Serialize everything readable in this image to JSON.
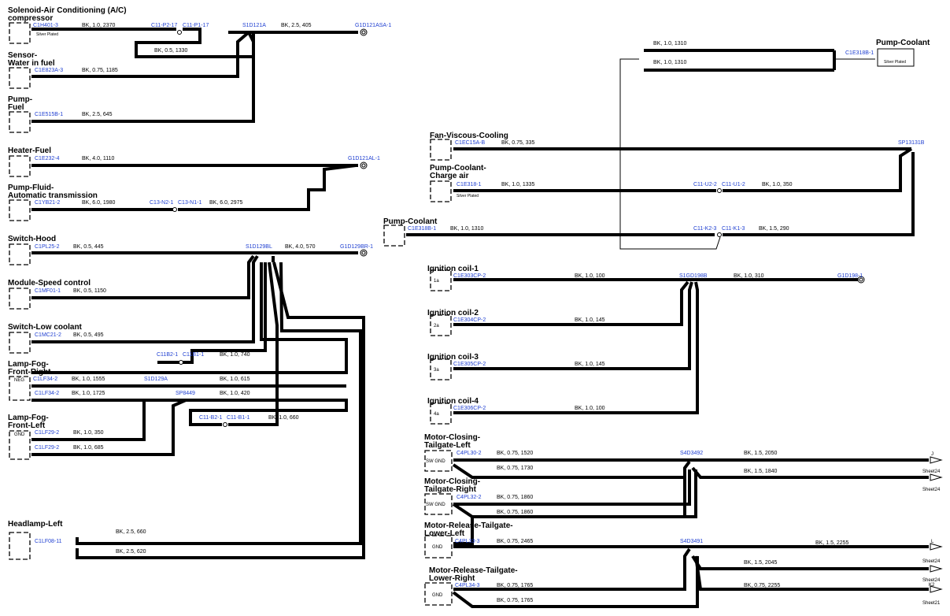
{
  "components": {
    "solenoid_ac": "Solenoid-Air Conditioning (A/C)",
    "solenoid_ac_2": "compressor",
    "sensor_water_1": "Sensor-",
    "sensor_water_2": "Water in fuel",
    "pump_fuel_1": "Pump-",
    "pump_fuel_2": "Fuel",
    "heater_fuel": "Heater-Fuel",
    "pump_fluid_1": "Pump-Fluid-",
    "pump_fluid_2": "Automatic transmission",
    "switch_hood": "Switch-Hood",
    "module_speed": "Module-Speed control",
    "switch_low_coolant": "Switch-Low coolant",
    "lamp_fog_right_1": "Lamp-Fog-",
    "lamp_fog_right_2": "Front-Right",
    "lamp_fog_left_1": "Lamp-Fog-",
    "lamp_fog_left_2": "Front-Left",
    "headlamp_left": "Headlamp-Left",
    "pump_coolant_top": "Pump-Coolant",
    "fan_viscous": "Fan-Viscous-Cooling",
    "pump_coolant_charge_1": "Pump-Coolant-",
    "pump_coolant_charge_2": "Charge air",
    "pump_coolant_mid": "Pump-Coolant",
    "ignition_1": "Ignition coil-1",
    "ignition_2": "Ignition coil-2",
    "ignition_3": "Ignition coil-3",
    "ignition_4": "Ignition coil-4",
    "motor_closing_left_1": "Motor-Closing-",
    "motor_closing_left_2": "Tailgate-Left",
    "motor_closing_right_1": "Motor-Closing-",
    "motor_closing_right_2": "Tailgate-Right",
    "motor_release_left_1": "Motor-Release-Tailgate-",
    "motor_release_left_2": "Lower-Left",
    "motor_release_right_1": "Motor-Release-Tailgate-",
    "motor_release_right_2": "Lower-Right"
  },
  "connectors": {
    "c1h401": "C1H401-3",
    "c11p217": "C11-P2-17",
    "c11p117": "C11-P1-17",
    "s1d121a": "S1D121A",
    "g1d121asa": "G1D121ASA-1",
    "c1e823a": "C1E823A-3",
    "c1e515b": "C1E515B-1",
    "c1e232": "C1E232-4",
    "g1d121al": "G1D121AL-1",
    "c1yb21": "C1YB21-2",
    "c13n21": "C13-N2-1",
    "c13n11": "C13-N1-1",
    "c1pl25": "C1PL25-2",
    "s1d129bl": "S1D129BL",
    "g1d129br": "G1D129BR-1",
    "c1mf01": "C1MF01-1",
    "c1mc21": "C1MC21-2",
    "c11b21a": "C11B2-1",
    "c11b11a": "C11B1-1",
    "c1lf34a": "C1LF34-2",
    "c1lf34b": "C1LF34-2",
    "s1d129a": "S1D129A",
    "sp8449": "SP8449",
    "c11b21b": "C11-B2-1",
    "c11b11b": "C11-B1-1",
    "c1lf29a": "C1LF29-2",
    "c1lf29b": "C1LF29-2",
    "c1lf08": "C1LF08-11",
    "c1e318b_top": "C1E318B-1",
    "c1ec15a": "C1EC15A-B",
    "sp13131b": "SP13131B",
    "c1e318": "C1E318-1",
    "c11u22": "C11-U2-2",
    "c11u12": "C11-U1-2",
    "c1e318b_mid": "C1E318B-1",
    "c11k23": "C11-K2-3",
    "c11k13": "C11-K1-3",
    "c1e303cp": "C1E303CP-2",
    "s1gd198b": "S1GD198B",
    "g1d198": "G1D198-1",
    "c1e304cp": "C1E304CP-2",
    "c1e305cp": "C1E305CP-2",
    "c1e306cp": "C1E306CP-2",
    "c4pl30": "C4PL30-2",
    "s4d3492": "S4D3492",
    "c4pl32": "C4PL32-2",
    "c4pl33": "C4PL33-3",
    "s4d3491": "S4D3491",
    "c4pl34": "C4PL34-3"
  },
  "specs": {
    "w1": "BK, 1.0, 2370",
    "w2": "BK, 0.5, 1330",
    "w3": "BK, 2.5, 405",
    "w4": "BK, 0.75, 1185",
    "w5": "BK, 2.5, 645",
    "w6": "BK, 4.0, 1110",
    "w7": "BK, 6.0, 1980",
    "w8": "BK, 6.0, 2975",
    "w9": "BK, 0.5, 445",
    "w10": "BK, 4.0, 570",
    "w11": "BK, 0.5, 1150",
    "w12": "BK, 0.5, 495",
    "w13": "BK, 1.0, 740",
    "w14": "BK, 1.0, 1555",
    "w15": "BK, 1.0, 615",
    "w16": "BK, 1.0, 1725",
    "w17": "BK, 1.0, 420",
    "w18": "BK, 1.0, 660",
    "w19": "BK, 1.0, 350",
    "w20": "BK, 1.0, 685",
    "w21": "BK, 2.5, 660",
    "w22": "BK, 2.5, 620",
    "w23": "BK, 1.0, 1310",
    "w24": "BK, 1.0, 1310",
    "w25": "BK, 0.75, 335",
    "w26": "BK, 1.0, 1335",
    "w27": "BK, 1.0, 350",
    "w28": "BK, 1.0, 1310",
    "w29": "BK, 1.5, 290",
    "w30": "BK, 1.0, 100",
    "w31": "BK, 1.0, 310",
    "w32": "BK, 1.0, 145",
    "w33": "BK, 1.0, 145",
    "w34": "BK, 1.0, 100",
    "w35": "BK, 0.75, 1520",
    "w36": "BK, 1.5, 2050",
    "w37": "BK, 0.75, 1730",
    "w38": "BK, 1.5, 1840",
    "w39": "BK, 0.75, 1860",
    "w40": "BK, 0.75, 1860",
    "w41": "BK, 0.75, 2465",
    "w42": "BK, 1.5, 2255",
    "w43": "BK, 1.5, 2045",
    "w44": "BK, 0.75, 1765",
    "w45": "BK, 0.75, 2255",
    "w46": "BK, 0.75, 1765"
  },
  "notes": {
    "silver1": "Silver Plated",
    "silver2": "Silver Plated",
    "silver3": "Silver Plated",
    "neg": "NEG",
    "gnd1": "GND",
    "swgnd1": "SW GND",
    "swgnd2": "SW GND",
    "gnd2": "GND",
    "gnd3": "GND",
    "p1a": "1a",
    "p2a": "2a",
    "p3a": "3a",
    "p4a": "4a",
    "ref_j": "J",
    "ref_sheet24a": "Sheet24",
    "ref_sheet24b": "Sheet24",
    "ref_l": "L",
    "ref_sheet24c": "Sheet24",
    "ref_sheet24d": "Sheet24",
    "ref_k2": "K2",
    "ref_sheet21": "Sheet21"
  }
}
